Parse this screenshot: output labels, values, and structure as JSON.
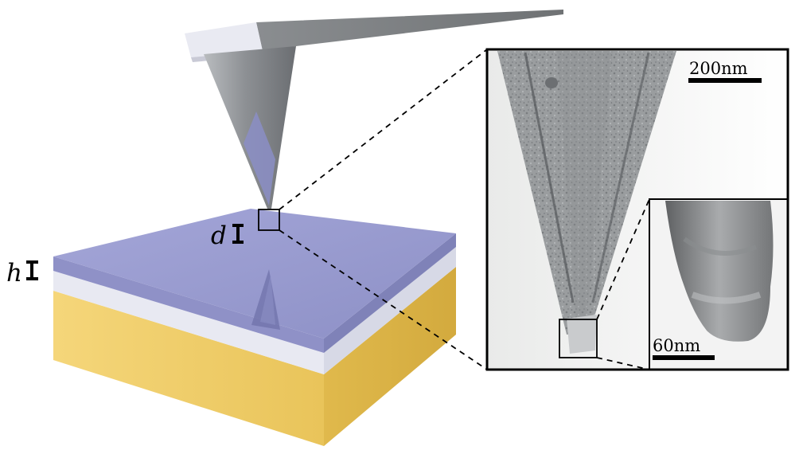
{
  "labels": {
    "tip_sample_distance": "d",
    "layer_thickness": "h"
  },
  "sem_main": {
    "scale_bar_label": "200nm"
  },
  "sem_inset": {
    "scale_bar_label": "60nm"
  },
  "colors": {
    "polymer_layer": "#9a9cd0",
    "spacer_layer": "#e6e8f2",
    "gold_substrate": "#f0cd6a",
    "probe_tip": "#8a8d90",
    "cantilever": "#7f8284"
  }
}
